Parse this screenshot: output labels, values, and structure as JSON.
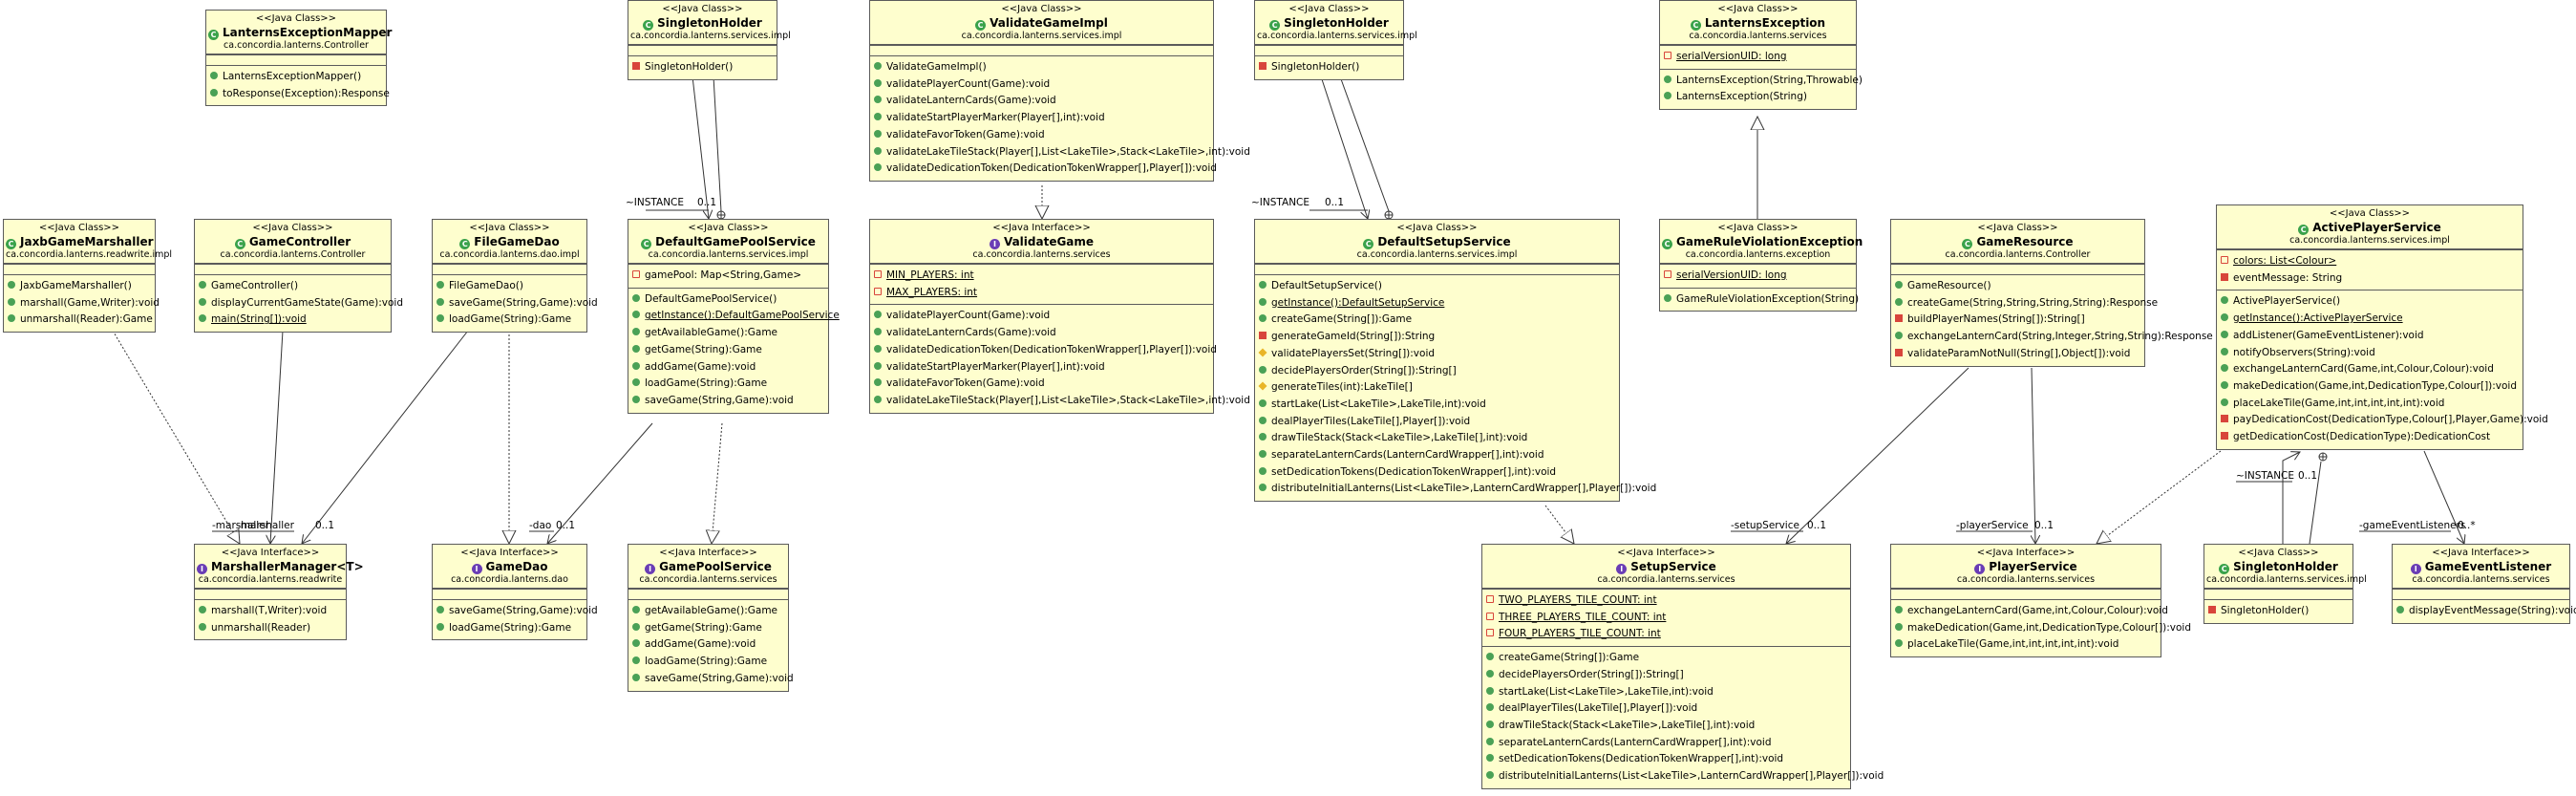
{
  "classes": [
    {
      "id": "lanterns-exception-mapper",
      "stereotype": "<<Java Class>>",
      "name": "LanternsExceptionMapper",
      "kind": "class",
      "package": "ca.concordia.lanterns.Controller",
      "fields": [],
      "methods": [
        {
          "text": "LanternsExceptionMapper()",
          "vis": "pub"
        },
        {
          "text": "toResponse(Exception):Response",
          "vis": "pub"
        }
      ]
    },
    {
      "id": "singleton-holder-1",
      "stereotype": "<<Java Class>>",
      "name": "SingletonHolder",
      "kind": "class",
      "package": "ca.concordia.lanterns.services.impl",
      "fields": [],
      "methods": [
        {
          "text": "SingletonHolder()",
          "vis": "pri"
        }
      ]
    },
    {
      "id": "validate-game-impl",
      "stereotype": "<<Java Class>>",
      "name": "ValidateGameImpl",
      "kind": "class",
      "package": "ca.concordia.lanterns.services.impl",
      "fields": [],
      "methods": [
        {
          "text": "ValidateGameImpl()",
          "vis": "pub"
        },
        {
          "text": "validatePlayerCount(Game):void",
          "vis": "pub"
        },
        {
          "text": "validateLanternCards(Game):void",
          "vis": "pub"
        },
        {
          "text": "validateStartPlayerMarker(Player[],int):void",
          "vis": "pub"
        },
        {
          "text": "validateFavorToken(Game):void",
          "vis": "pub"
        },
        {
          "text": "validateLakeTileStack(Player[],List<LakeTile>,Stack<LakeTile>,int):void",
          "vis": "pub"
        },
        {
          "text": "validateDedicationToken(DedicationTokenWrapper[],Player[]):void",
          "vis": "pub"
        }
      ]
    },
    {
      "id": "singleton-holder-2",
      "stereotype": "<<Java Class>>",
      "name": "SingletonHolder",
      "kind": "class",
      "package": "ca.concordia.lanterns.services.impl",
      "fields": [],
      "methods": [
        {
          "text": "SingletonHolder()",
          "vis": "pri"
        }
      ]
    },
    {
      "id": "lanterns-exception",
      "stereotype": "<<Java Class>>",
      "name": "LanternsException",
      "kind": "class",
      "package": "ca.concordia.lanterns.services",
      "fields": [
        {
          "text": "serialVersionUID: long",
          "vis": "fld",
          "static": true
        }
      ],
      "methods": [
        {
          "text": "LanternsException(String,Throwable)",
          "vis": "pub"
        },
        {
          "text": "LanternsException(String)",
          "vis": "pub"
        }
      ]
    },
    {
      "id": "jaxb-game-marshaller",
      "stereotype": "<<Java Class>>",
      "name": "JaxbGameMarshaller",
      "kind": "class",
      "package": "ca.concordia.lanterns.readwrite.impl",
      "fields": [],
      "methods": [
        {
          "text": "JaxbGameMarshaller()",
          "vis": "pub"
        },
        {
          "text": "marshall(Game,Writer):void",
          "vis": "pub"
        },
        {
          "text": "unmarshall(Reader):Game",
          "vis": "pub"
        }
      ]
    },
    {
      "id": "game-controller",
      "stereotype": "<<Java Class>>",
      "name": "GameController",
      "kind": "class",
      "package": "ca.concordia.lanterns.Controller",
      "fields": [],
      "methods": [
        {
          "text": "GameController()",
          "vis": "pub"
        },
        {
          "text": "displayCurrentGameState(Game):void",
          "vis": "pub"
        },
        {
          "text": "main(String[]):void",
          "vis": "pub",
          "static": true
        }
      ]
    },
    {
      "id": "file-game-dao",
      "stereotype": "<<Java Class>>",
      "name": "FileGameDao",
      "kind": "class",
      "package": "ca.concordia.lanterns.dao.impl",
      "fields": [],
      "methods": [
        {
          "text": "FileGameDao()",
          "vis": "pub"
        },
        {
          "text": "saveGame(String,Game):void",
          "vis": "pub"
        },
        {
          "text": "loadGame(String):Game",
          "vis": "pub"
        }
      ]
    },
    {
      "id": "default-game-pool-service",
      "stereotype": "<<Java Class>>",
      "name": "DefaultGamePoolService",
      "kind": "class",
      "package": "ca.concordia.lanterns.services.impl",
      "fields": [
        {
          "text": "gamePool: Map<String,Game>",
          "vis": "fld"
        }
      ],
      "methods": [
        {
          "text": "DefaultGamePoolService()",
          "vis": "pub"
        },
        {
          "text": "getInstance():DefaultGamePoolService",
          "vis": "pub",
          "static": true
        },
        {
          "text": "getAvailableGame():Game",
          "vis": "pub"
        },
        {
          "text": "getGame(String):Game",
          "vis": "pub"
        },
        {
          "text": "addGame(Game):void",
          "vis": "pub"
        },
        {
          "text": "loadGame(String):Game",
          "vis": "pub"
        },
        {
          "text": "saveGame(String,Game):void",
          "vis": "pub"
        }
      ]
    },
    {
      "id": "validate-game",
      "stereotype": "<<Java Interface>>",
      "name": "ValidateGame",
      "kind": "interface",
      "package": "ca.concordia.lanterns.services",
      "fields": [
        {
          "text": "MIN_PLAYERS: int",
          "vis": "fld",
          "static": true
        },
        {
          "text": "MAX_PLAYERS: int",
          "vis": "fld",
          "static": true
        }
      ],
      "methods": [
        {
          "text": "validatePlayerCount(Game):void",
          "vis": "pub"
        },
        {
          "text": "validateLanternCards(Game):void",
          "vis": "pub"
        },
        {
          "text": "validateDedicationToken(DedicationTokenWrapper[],Player[]):void",
          "vis": "pub"
        },
        {
          "text": "validateStartPlayerMarker(Player[],int):void",
          "vis": "pub"
        },
        {
          "text": "validateFavorToken(Game):void",
          "vis": "pub"
        },
        {
          "text": "validateLakeTileStack(Player[],List<LakeTile>,Stack<LakeTile>,int):void",
          "vis": "pub"
        }
      ]
    },
    {
      "id": "default-setup-service",
      "stereotype": "<<Java Class>>",
      "name": "DefaultSetupService",
      "kind": "class",
      "package": "ca.concordia.lanterns.services.impl",
      "fields": [],
      "methods": [
        {
          "text": "DefaultSetupService()",
          "vis": "pub"
        },
        {
          "text": "getInstance():DefaultSetupService",
          "vis": "pub",
          "static": true
        },
        {
          "text": "createGame(String[]):Game",
          "vis": "pub"
        },
        {
          "text": "generateGameId(String[]):String",
          "vis": "pri"
        },
        {
          "text": "validatePlayersSet(String[]):void",
          "vis": "pro"
        },
        {
          "text": "decidePlayersOrder(String[]):String[]",
          "vis": "pub"
        },
        {
          "text": "generateTiles(int):LakeTile[]",
          "vis": "pro"
        },
        {
          "text": "startLake(List<LakeTile>,LakeTile,int):void",
          "vis": "pub"
        },
        {
          "text": "dealPlayerTiles(LakeTile[],Player[]):void",
          "vis": "pub"
        },
        {
          "text": "drawTileStack(Stack<LakeTile>,LakeTile[],int):void",
          "vis": "pub"
        },
        {
          "text": "separateLanternCards(LanternCardWrapper[],int):void",
          "vis": "pub"
        },
        {
          "text": "setDedicationTokens(DedicationTokenWrapper[],int):void",
          "vis": "pub"
        },
        {
          "text": "distributeInitialLanterns(List<LakeTile>,LanternCardWrapper[],Player[]):void",
          "vis": "pub"
        }
      ]
    },
    {
      "id": "game-rule-violation-exception",
      "stereotype": "<<Java Class>>",
      "name": "GameRuleViolationException",
      "kind": "class",
      "package": "ca.concordia.lanterns.exception",
      "fields": [
        {
          "text": "serialVersionUID: long",
          "vis": "fld",
          "static": true
        }
      ],
      "methods": [
        {
          "text": "GameRuleViolationException(String)",
          "vis": "pub"
        }
      ]
    },
    {
      "id": "game-resource",
      "stereotype": "<<Java Class>>",
      "name": "GameResource",
      "kind": "class",
      "package": "ca.concordia.lanterns.Controller",
      "fields": [],
      "methods": [
        {
          "text": "GameResource()",
          "vis": "pub"
        },
        {
          "text": "createGame(String,String,String,String):Response",
          "vis": "pub"
        },
        {
          "text": "buildPlayerNames(String[]):String[]",
          "vis": "pri"
        },
        {
          "text": "exchangeLanternCard(String,Integer,String,String):Response",
          "vis": "pub"
        },
        {
          "text": "validateParamNotNull(String[],Object[]):void",
          "vis": "pri"
        }
      ]
    },
    {
      "id": "active-player-service",
      "stereotype": "<<Java Class>>",
      "name": "ActivePlayerService",
      "kind": "class",
      "package": "ca.concordia.lanterns.services.impl",
      "fields": [
        {
          "text": "colors: List<Colour>",
          "vis": "fld",
          "static": true
        },
        {
          "text": "eventMessage: String",
          "vis": "pri"
        }
      ],
      "methods": [
        {
          "text": "ActivePlayerService()",
          "vis": "pub"
        },
        {
          "text": "getInstance():ActivePlayerService",
          "vis": "pub",
          "static": true
        },
        {
          "text": "addListener(GameEventListener):void",
          "vis": "pub"
        },
        {
          "text": "notifyObservers(String):void",
          "vis": "pub"
        },
        {
          "text": "exchangeLanternCard(Game,int,Colour,Colour):void",
          "vis": "pub"
        },
        {
          "text": "makeDedication(Game,int,DedicationType,Colour[]):void",
          "vis": "pub"
        },
        {
          "text": "placeLakeTile(Game,int,int,int,int,int):void",
          "vis": "pub"
        },
        {
          "text": "payDedicationCost(DedicationType,Colour[],Player,Game):void",
          "vis": "pri"
        },
        {
          "text": "getDedicationCost(DedicationType):DedicationCost",
          "vis": "pri"
        }
      ]
    },
    {
      "id": "marshaller-manager",
      "stereotype": "<<Java Interface>>",
      "name": "MarshallerManager<T>",
      "kind": "interface",
      "package": "ca.concordia.lanterns.readwrite",
      "fields": [],
      "methods": [
        {
          "text": "marshall(T,Writer):void",
          "vis": "pub"
        },
        {
          "text": "unmarshall(Reader)",
          "vis": "pub"
        }
      ]
    },
    {
      "id": "game-dao",
      "stereotype": "<<Java Interface>>",
      "name": "GameDao",
      "kind": "interface",
      "package": "ca.concordia.lanterns.dao",
      "fields": [],
      "methods": [
        {
          "text": "saveGame(String,Game):void",
          "vis": "pub"
        },
        {
          "text": "loadGame(String):Game",
          "vis": "pub"
        }
      ]
    },
    {
      "id": "game-pool-service",
      "stereotype": "<<Java Interface>>",
      "name": "GamePoolService",
      "kind": "interface",
      "package": "ca.concordia.lanterns.services",
      "fields": [],
      "methods": [
        {
          "text": "getAvailableGame():Game",
          "vis": "pub"
        },
        {
          "text": "getGame(String):Game",
          "vis": "pub"
        },
        {
          "text": "addGame(Game):void",
          "vis": "pub"
        },
        {
          "text": "loadGame(String):Game",
          "vis": "pub"
        },
        {
          "text": "saveGame(String,Game):void",
          "vis": "pub"
        }
      ]
    },
    {
      "id": "setup-service",
      "stereotype": "<<Java Interface>>",
      "name": "SetupService",
      "kind": "interface",
      "package": "ca.concordia.lanterns.services",
      "fields": [
        {
          "text": "TWO_PLAYERS_TILE_COUNT: int",
          "vis": "fld",
          "static": true
        },
        {
          "text": "THREE_PLAYERS_TILE_COUNT: int",
          "vis": "fld",
          "static": true
        },
        {
          "text": "FOUR_PLAYERS_TILE_COUNT: int",
          "vis": "fld",
          "static": true
        }
      ],
      "methods": [
        {
          "text": "createGame(String[]):Game",
          "vis": "pub"
        },
        {
          "text": "decidePlayersOrder(String[]):String[]",
          "vis": "pub"
        },
        {
          "text": "startLake(List<LakeTile>,LakeTile,int):void",
          "vis": "pub"
        },
        {
          "text": "dealPlayerTiles(LakeTile[],Player[]):void",
          "vis": "pub"
        },
        {
          "text": "drawTileStack(Stack<LakeTile>,LakeTile[],int):void",
          "vis": "pub"
        },
        {
          "text": "separateLanternCards(LanternCardWrapper[],int):void",
          "vis": "pub"
        },
        {
          "text": "setDedicationTokens(DedicationTokenWrapper[],int):void",
          "vis": "pub"
        },
        {
          "text": "distributeInitialLanterns(List<LakeTile>,LanternCardWrapper[],Player[]):void",
          "vis": "pub"
        }
      ]
    },
    {
      "id": "player-service",
      "stereotype": "<<Java Interface>>",
      "name": "PlayerService",
      "kind": "interface",
      "package": "ca.concordia.lanterns.services",
      "fields": [],
      "methods": [
        {
          "text": "exchangeLanternCard(Game,int,Colour,Colour):void",
          "vis": "pub"
        },
        {
          "text": "makeDedication(Game,int,DedicationType,Colour[]):void",
          "vis": "pub"
        },
        {
          "text": "placeLakeTile(Game,int,int,int,int,int):void",
          "vis": "pub"
        }
      ]
    },
    {
      "id": "singleton-holder-3",
      "stereotype": "<<Java Class>>",
      "name": "SingletonHolder",
      "kind": "class",
      "package": "ca.concordia.lanterns.services.impl",
      "fields": [],
      "methods": [
        {
          "text": "SingletonHolder()",
          "vis": "pri"
        }
      ]
    },
    {
      "id": "game-event-listener",
      "stereotype": "<<Java Interface>>",
      "name": "GameEventListener",
      "kind": "interface",
      "package": "ca.concordia.lanterns.services",
      "fields": [],
      "methods": [
        {
          "text": "displayEventMessage(String):void",
          "vis": "pub"
        }
      ]
    }
  ],
  "edge_labels": [
    {
      "id": "instance-1",
      "text": "~INSTANCE"
    },
    {
      "id": "mult-1",
      "text": "0..1"
    },
    {
      "id": "instance-2",
      "text": "~INSTANCE"
    },
    {
      "id": "mult-2",
      "text": "0..1"
    },
    {
      "id": "marshaller-a",
      "text": "-marshaller"
    },
    {
      "id": "marshaller-b",
      "text": "-marshaller"
    },
    {
      "id": "mult-3",
      "text": "0..1"
    },
    {
      "id": "dao",
      "text": "-dao"
    },
    {
      "id": "mult-4",
      "text": "0..1"
    },
    {
      "id": "setup-service",
      "text": "-setupService"
    },
    {
      "id": "mult-5",
      "text": "0..1"
    },
    {
      "id": "player-service",
      "text": "-playerService"
    },
    {
      "id": "mult-6",
      "text": "0..1"
    },
    {
      "id": "instance-3",
      "text": "~INSTANCE"
    },
    {
      "id": "mult-7",
      "text": "0..1"
    },
    {
      "id": "game-event-listeners",
      "text": "-gameEventListeners"
    },
    {
      "id": "mult-8",
      "text": "0..*"
    }
  ],
  "colors": {
    "box_fill": "#fefece",
    "box_border": "#5b5b5b",
    "class_icon": "#3aa24b",
    "interface_icon": "#6a3db5",
    "public": "#4aa156",
    "private": "#d8453b",
    "protected": "#e9b527"
  }
}
